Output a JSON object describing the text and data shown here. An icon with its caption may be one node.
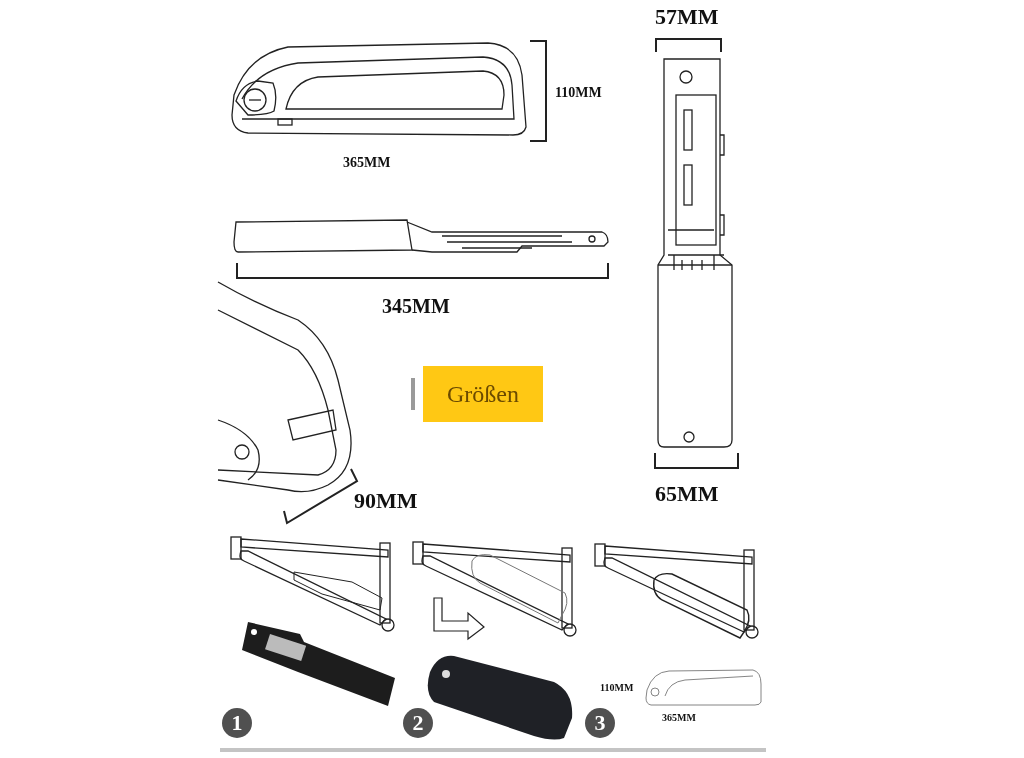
{
  "diagram": {
    "nodes": [
      {
        "text": [
          "Größen"
        ]
      },
      {
        "text": [
          "1"
        ]
      },
      {
        "text": [
          "2"
        ]
      },
      {
        "text": [
          "3"
        ]
      }
    ],
    "labels": [
      "57MM",
      "110MM",
      "365MM",
      "345MM",
      "65MM",
      "90MM",
      "110MM",
      "365MM"
    ]
  }
}
